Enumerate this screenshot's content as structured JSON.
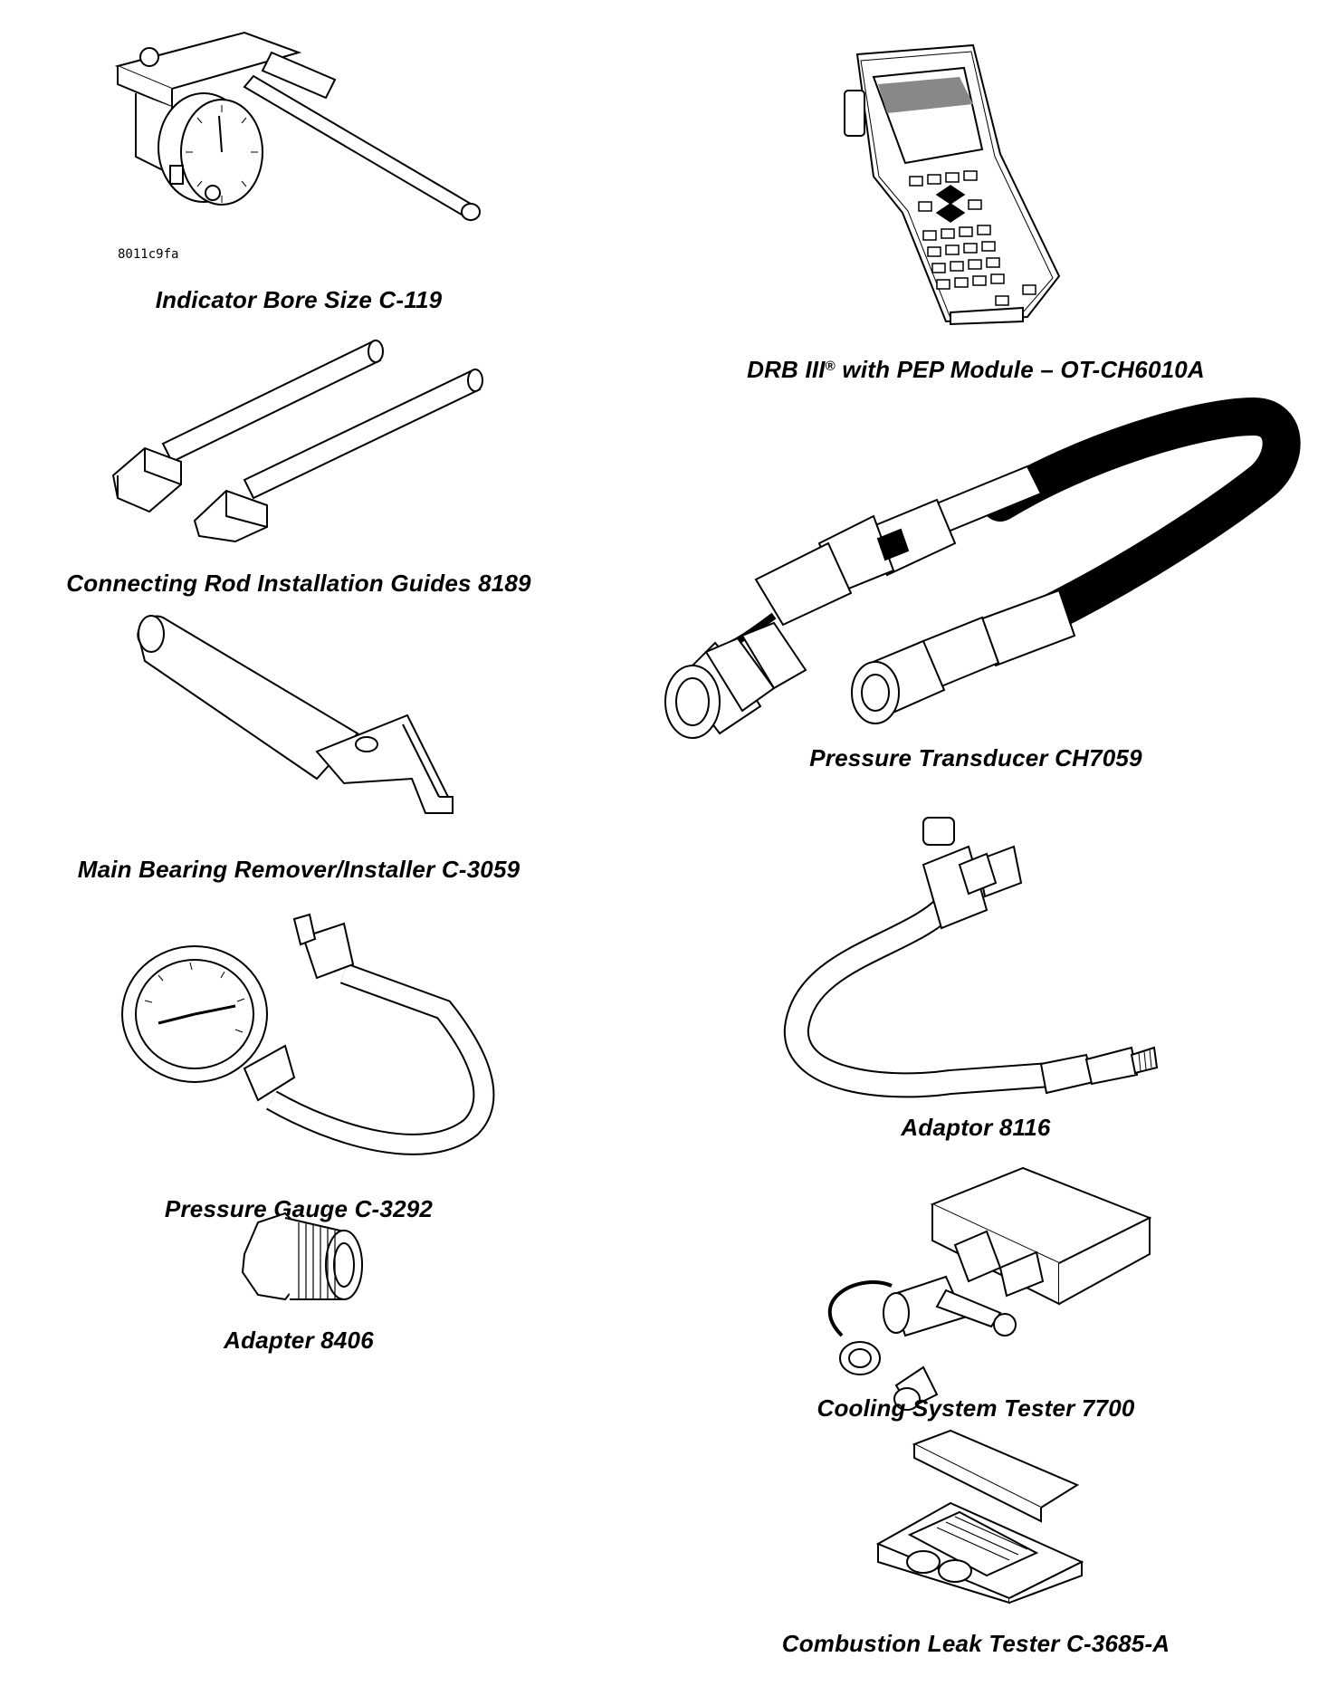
{
  "figure_id": "8011c9fa",
  "captions": {
    "indicator_bore": "Indicator Bore Size C-119",
    "drb_main": "DRB III",
    "drb_reg": "®",
    "drb_rest": " with PEP Module – OT-CH6010A",
    "connecting_rod": "Connecting Rod Installation Guides 8189",
    "pressure_transducer": "Pressure Transducer CH7059",
    "main_bearing": "Main Bearing Remover/Installer C-3059",
    "adaptor_8116": "Adaptor 8116",
    "pressure_gauge": "Pressure Gauge C-3292",
    "adapter_8406": "Adapter 8406",
    "cooling_tester": "Cooling System Tester 7700",
    "combustion_tester": "Combustion Leak Tester C-3685-A"
  }
}
